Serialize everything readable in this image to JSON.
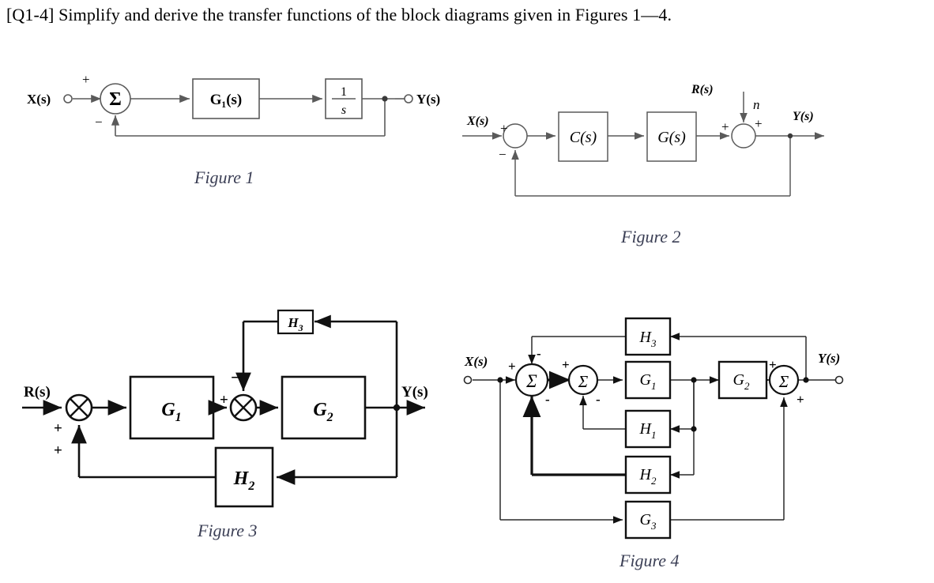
{
  "title": "[Q1-4] Simplify and derive the transfer functions of the block diagrams given in Figures 1—4.",
  "figures": [
    {
      "id": "figure-1",
      "caption": "Figure 1",
      "input_label": "X(s)",
      "output_label": "Y(s)",
      "summing_junction": {
        "symbol": "Σ",
        "sign_in": "+",
        "sign_feedback": "−"
      },
      "blocks": [
        {
          "name": "block-g1",
          "label": "G₁(s)"
        },
        {
          "name": "block-integrator",
          "numerator": "1",
          "denominator": "s"
        }
      ]
    },
    {
      "id": "figure-2",
      "caption": "Figure 2",
      "input_label": "X(s)",
      "output_label": "Y(s)",
      "disturbance_label": "R(s)",
      "disturbance_signal": "n",
      "summing_junctions": [
        {
          "name": "sum-error",
          "sign_in": "+",
          "sign_feedback": "−"
        },
        {
          "name": "sum-disturbance",
          "sign_left": "+",
          "sign_top": "+"
        }
      ],
      "blocks": [
        {
          "name": "block-c",
          "label": "C(s)"
        },
        {
          "name": "block-g",
          "label": "G(s)"
        }
      ]
    },
    {
      "id": "figure-3",
      "caption": "Figure 3",
      "input_label": "R(s)",
      "output_label": "Y(s)",
      "summing_junctions": [
        {
          "name": "sum-1",
          "symbol": "⊗",
          "sign_in": "+",
          "sign_feedback": "+"
        },
        {
          "name": "sum-2",
          "symbol": "⊗",
          "sign_in": "+",
          "sign_feedback": "−"
        }
      ],
      "blocks": [
        {
          "name": "block-g1",
          "label": "G",
          "sub": "1"
        },
        {
          "name": "block-g2",
          "label": "G",
          "sub": "2"
        },
        {
          "name": "block-h2",
          "label": "H",
          "sub": "2"
        },
        {
          "name": "block-h3",
          "label": "H",
          "sub": "3"
        }
      ]
    },
    {
      "id": "figure-4",
      "caption": "Figure 4",
      "input_label": "X(s)",
      "output_label": "Y(s)",
      "summing_junctions": [
        {
          "name": "sum-1",
          "symbol": "Σ",
          "sign_in": "+",
          "sign_top": "-",
          "sign_bottom": "-"
        },
        {
          "name": "sum-2",
          "symbol": "Σ",
          "sign_in": "+",
          "sign_bottom": "-"
        },
        {
          "name": "sum-3",
          "symbol": "Σ",
          "sign_in": "+",
          "sign_bottom": "+"
        }
      ],
      "blocks": [
        {
          "name": "block-h3",
          "label": "H",
          "sub": "3"
        },
        {
          "name": "block-g1",
          "label": "G",
          "sub": "1"
        },
        {
          "name": "block-g2",
          "label": "G",
          "sub": "2"
        },
        {
          "name": "block-h1",
          "label": "H",
          "sub": "1"
        },
        {
          "name": "block-h2",
          "label": "H",
          "sub": "2"
        },
        {
          "name": "block-g3",
          "label": "G",
          "sub": "3"
        }
      ]
    }
  ],
  "colors": {
    "line_gray": "#5a5a5a",
    "line_black": "#111111",
    "caption": "#3b3f55",
    "text": "#000000"
  }
}
